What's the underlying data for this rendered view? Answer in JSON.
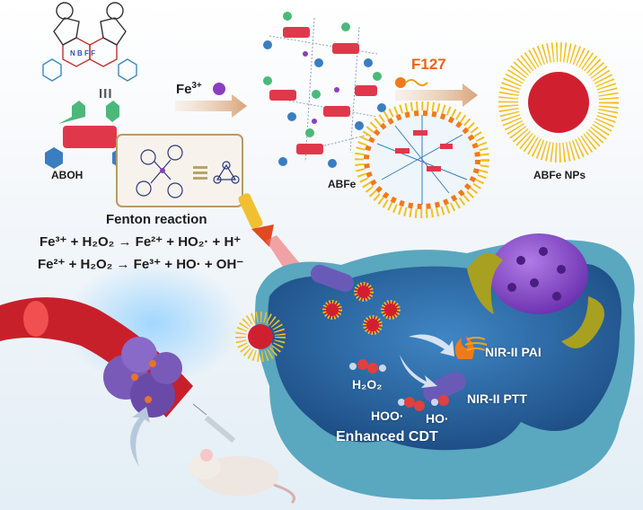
{
  "labels": {
    "aboh": "ABOH",
    "fe3": "Fe",
    "fe3_sup": "3+",
    "abfe": "ABFe",
    "f127": "F127",
    "abfe_nps": "ABFe NPs",
    "fenton_title": "Fenton reaction",
    "equation1": "Fe³⁺ + H₂O₂ → Fe²⁺ + HO₂· + H⁺",
    "equation2": "Fe²⁺ + H₂O₂ → Fe³⁺ + HO· + OH⁻",
    "nir_pai": "NIR-II PAI",
    "nir_ptt": "NIR-II PTT",
    "h2o2": "H₂O₂",
    "hoo": "HOO·",
    "ho": "HO·",
    "enhanced_cdt": "Enhanced CDT",
    "bodipy_atoms": "N B F F",
    "equiv": "III"
  },
  "colors": {
    "cell": "#2f6ea8",
    "nucleus": "#8a4fc8",
    "vessel": "#c8202a",
    "f127": "#f07a1a",
    "network_red": "#e0384a",
    "network_blue": "#3a7ec0",
    "network_green": "#4cb87a"
  }
}
